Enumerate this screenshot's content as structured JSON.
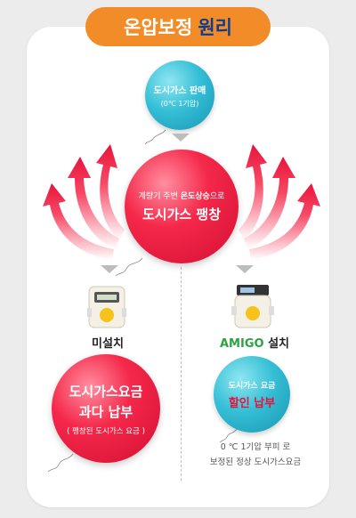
{
  "title": {
    "main": "온압보정",
    "accent": "원리"
  },
  "sale_bubble": {
    "line1": "도시가스 판매",
    "line2": "(0℃ 1기압)"
  },
  "center_bubble": {
    "line1_pre": "계량기 주변 ",
    "line1_bold": "온도상승",
    "line1_post": "으로",
    "line2": "도시가스 팽창"
  },
  "left_meter": {
    "label": "미설치"
  },
  "right_meter": {
    "brand": "AMIGO",
    "label": " 설치"
  },
  "overpay_bubble": {
    "line1": "도시가스요금",
    "line2": "과다 납부",
    "line3": "( 팽창된 도시가스 요금 )"
  },
  "discount_bubble": {
    "line1": "도시가스 요금",
    "line2": "할인 납부"
  },
  "note": {
    "line1": "0 ℃ 1기압  부피 로",
    "line2": "보정된  정상 도시가스요금"
  },
  "colors": {
    "title_bg": "#f28c28",
    "title_accent": "#0f3d8c",
    "red": "#f5284a",
    "teal": "#35bfd6",
    "brand_green": "#2fa043"
  }
}
